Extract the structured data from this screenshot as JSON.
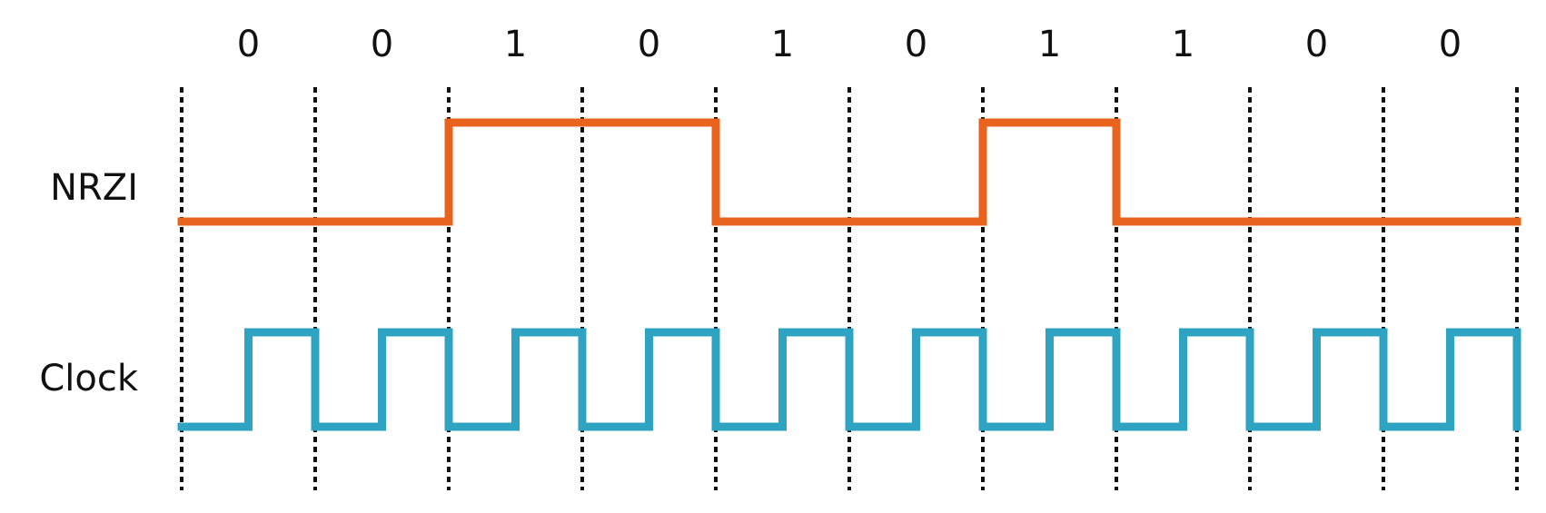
{
  "bits": [
    "0",
    "0",
    "1",
    "0",
    "1",
    "0",
    "1",
    "1",
    "0",
    "0"
  ],
  "rows": [
    {
      "label": "NRZI",
      "color": "#E8641E",
      "levels": [
        0,
        0,
        1,
        1,
        0,
        0,
        1,
        0,
        0,
        0
      ]
    },
    {
      "label": "Clock",
      "color": "#2EA4C2",
      "cycles": 10
    }
  ],
  "divider_style": "dotted"
}
